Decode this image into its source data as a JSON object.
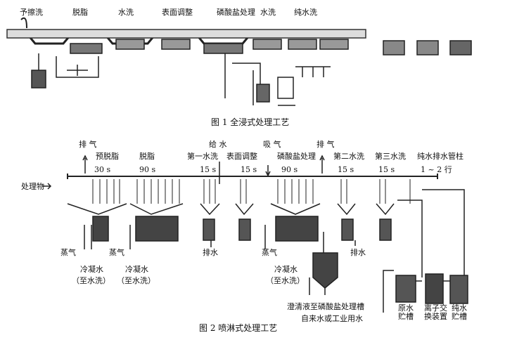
{
  "figure1": {
    "stages": [
      "予擦洗",
      "脱脂",
      "水洗",
      "表面调整",
      "磷酸盐处理",
      "水洗",
      "纯水洗"
    ],
    "caption": "图 1  全浸式处理工艺"
  },
  "figure2": {
    "stages": [
      "预脱脂",
      "脱脂",
      "第一水洗",
      "表面调整",
      "磷酸盐处理",
      "第二水洗",
      "第三水洗",
      "纯水排水管柱"
    ],
    "times": [
      "30 s",
      "90 s",
      "15 s",
      "15 s",
      "90 s",
      "15 s",
      "15 s",
      "1 ~ 2 行"
    ],
    "exhaust1": "排 气",
    "water_supply": "给 水",
    "suction": "吸 气",
    "exhaust2": "排 气",
    "workpiece": "处理物",
    "steam": [
      "蒸气",
      "蒸气",
      "蒸气"
    ],
    "drain": [
      "排水",
      "排水"
    ],
    "condensate": [
      "冷凝水",
      "冷凝水",
      "冷凝水"
    ],
    "to_rinse": [
      "（至水洗）",
      "（至水洗）",
      "（至水洗）"
    ],
    "clarified": "澄清液至磷酸盐处理槽",
    "tap_water": "自来水或工业用水",
    "raw_tank": "原水\n贮槽",
    "ion_exchange": "离子交\n换装置",
    "pure_tank": "纯水\n贮槽",
    "caption": "图 2  喷淋式处理工艺"
  }
}
